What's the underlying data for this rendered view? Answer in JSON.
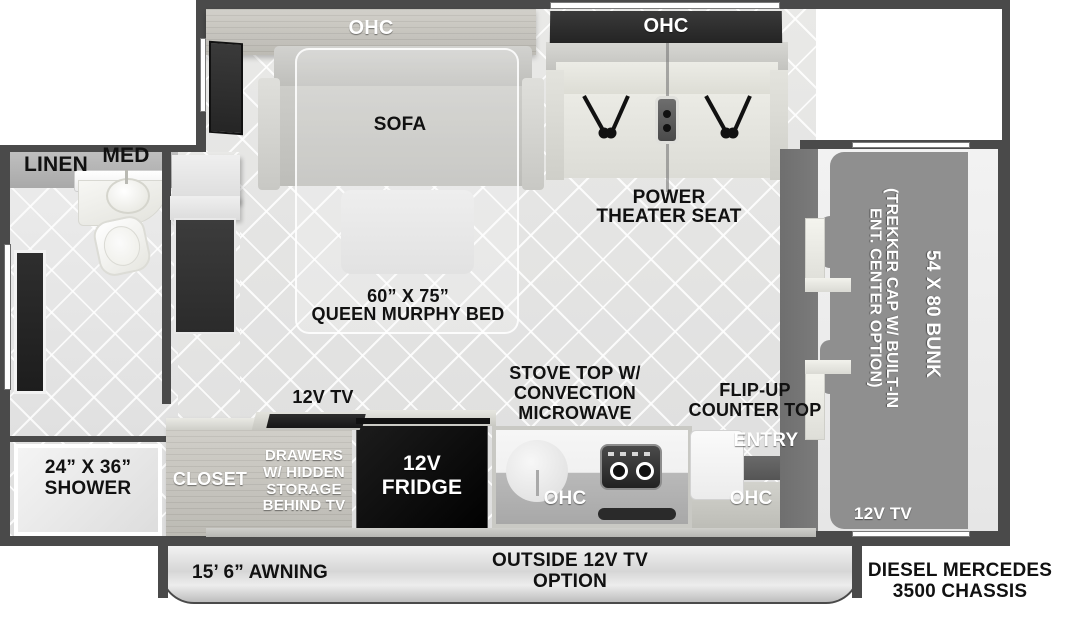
{
  "title": "RV Floorplan",
  "colors": {
    "wall": "#4a4a4a",
    "floor": "#e4e4e2",
    "bunk_grey": "#8f8f8f",
    "dark_panel": "#2a2a2a",
    "cream": "#e6e6de",
    "label_dark": "#111111",
    "label_light": "#ffffff"
  },
  "labels": {
    "ohc_front": "OHC",
    "ohc_theater": "OHC",
    "sofa": "SOFA",
    "power_theater_seat": "POWER\nTHEATER SEAT",
    "murphy_bed": "60” X 75”\nQUEEN MURPHY BED",
    "linen": "LINEN",
    "med": "MED",
    "shower": "24” X 36”\nSHOWER",
    "closet": "CLOSET",
    "drawers": "DRAWERS\nW/ HIDDEN\nSTORAGE\nBEHIND TV",
    "tv_12v_kitchen": "12V TV",
    "fridge": "12V\nFRIDGE",
    "stove": "STOVE TOP W/\nCONVECTION\nMICROWAVE",
    "ohc_kitchen": "OHC",
    "flip_counter": "FLIP-UP\nCOUNTER TOP",
    "entry": "ENTRY",
    "ohc_entry": "OHC",
    "bunk": "54 X 80 BUNK",
    "trekker": "(TREKKER CAP W/ BUILT-IN\nENT. CENTER OPTION)",
    "tv_12v_bunk": "12V TV",
    "awning": "15’ 6” AWNING",
    "outside_tv": "OUTSIDE 12V TV\nOPTION",
    "chassis": "DIESEL MERCEDES\n3500 CHASSIS"
  }
}
